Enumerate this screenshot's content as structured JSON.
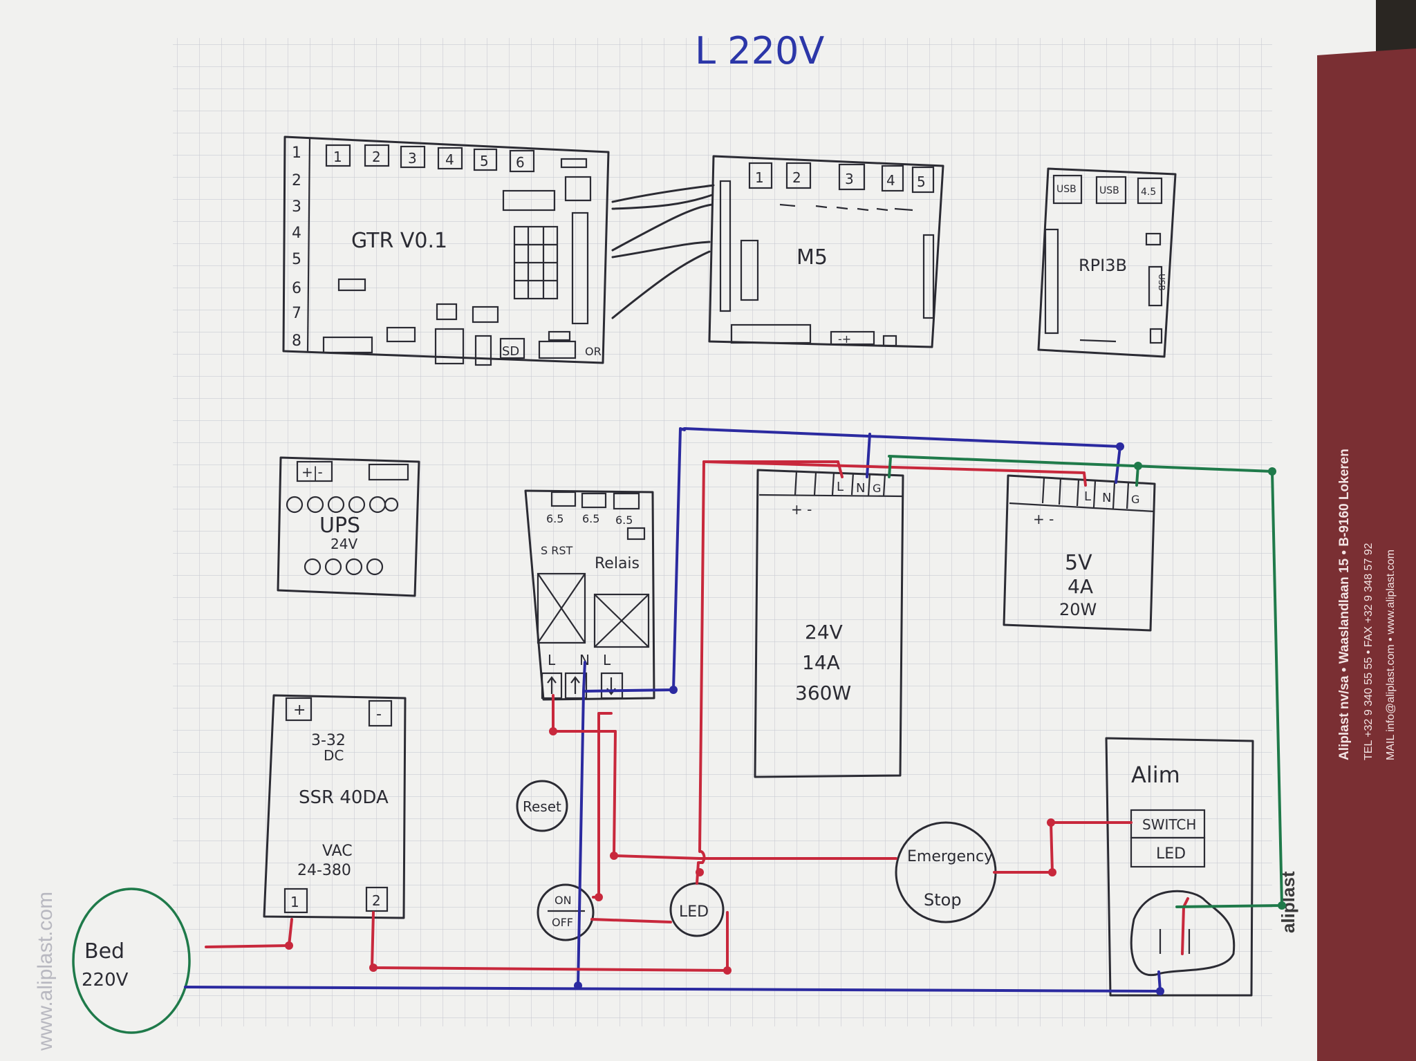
{
  "title": "L 220V",
  "colors": {
    "paper": "#f1f1ef",
    "grid": "#c9cbd3",
    "ink": "#2b2b33",
    "red_wire": "#c8283c",
    "blue_wire": "#2b2aa0",
    "green_wire": "#1f7a4a",
    "title_ink": "#2b36a8",
    "brand_band": "#7a2f33"
  },
  "boards": {
    "gtr": {
      "label": "GTR V0.1",
      "row_numbers": [
        "1",
        "2",
        "3",
        "4",
        "5",
        "6",
        "7",
        "8"
      ],
      "top_ports": [
        "1",
        "2",
        "3",
        "4",
        "5",
        "6"
      ],
      "sd_label": "SD",
      "or_label": "OR"
    },
    "m5": {
      "label": "M5",
      "top_ports": [
        "1",
        "2",
        "3",
        "4",
        "5"
      ],
      "plus_minus": "-+"
    },
    "rpi": {
      "label": "RPI3B",
      "ports": [
        "USB",
        "USB",
        "4.5"
      ],
      "side_label": "USB"
    }
  },
  "ups": {
    "label": "UPS",
    "voltage": "24V",
    "terminals": "+|-"
  },
  "relay": {
    "label": "Relais",
    "top_terminals": [
      "6.5",
      "6.5",
      "6.5"
    ],
    "rst_label": "S RST",
    "bottom_labels": [
      "L",
      "N",
      "L"
    ]
  },
  "ssr": {
    "label": "SSR 40DA",
    "dc_range": "3-32",
    "dc_label": "DC",
    "vac_label": "VAC",
    "vac_range": "24-380",
    "plus": "+",
    "minus": "-",
    "terminals": [
      "1",
      "2"
    ]
  },
  "psu24": {
    "lines": [
      "24V",
      "14A",
      "360W"
    ],
    "terminals": [
      "L",
      "N",
      "G"
    ],
    "plus_minus": "+ -"
  },
  "psu5": {
    "lines": [
      "5V",
      "4A",
      "20W"
    ],
    "terminals": [
      "L",
      "N",
      "G"
    ],
    "plus_minus": "+ -"
  },
  "alim": {
    "label": "Alim",
    "switch_label": "SWITCH",
    "led_label": "LED"
  },
  "buttons": {
    "reset": "Reset",
    "on": "ON",
    "off": "OFF",
    "led": "LED",
    "emergency": "Emergency",
    "stop": "Stop"
  },
  "bed": {
    "label": "Bed",
    "voltage": "220V"
  },
  "branding": {
    "company_line": "Aliplast nv/sa • Waaslandlaan 15 • B-9160 Lokeren",
    "phone_line": "TEL +32 9 340 55 55 • FAX +32 9 348 57 92",
    "mail_line": "MAIL info@aliplast.com • www.aliplast.com",
    "logo": "aliplast",
    "watermark": "www.aliplast.com"
  }
}
